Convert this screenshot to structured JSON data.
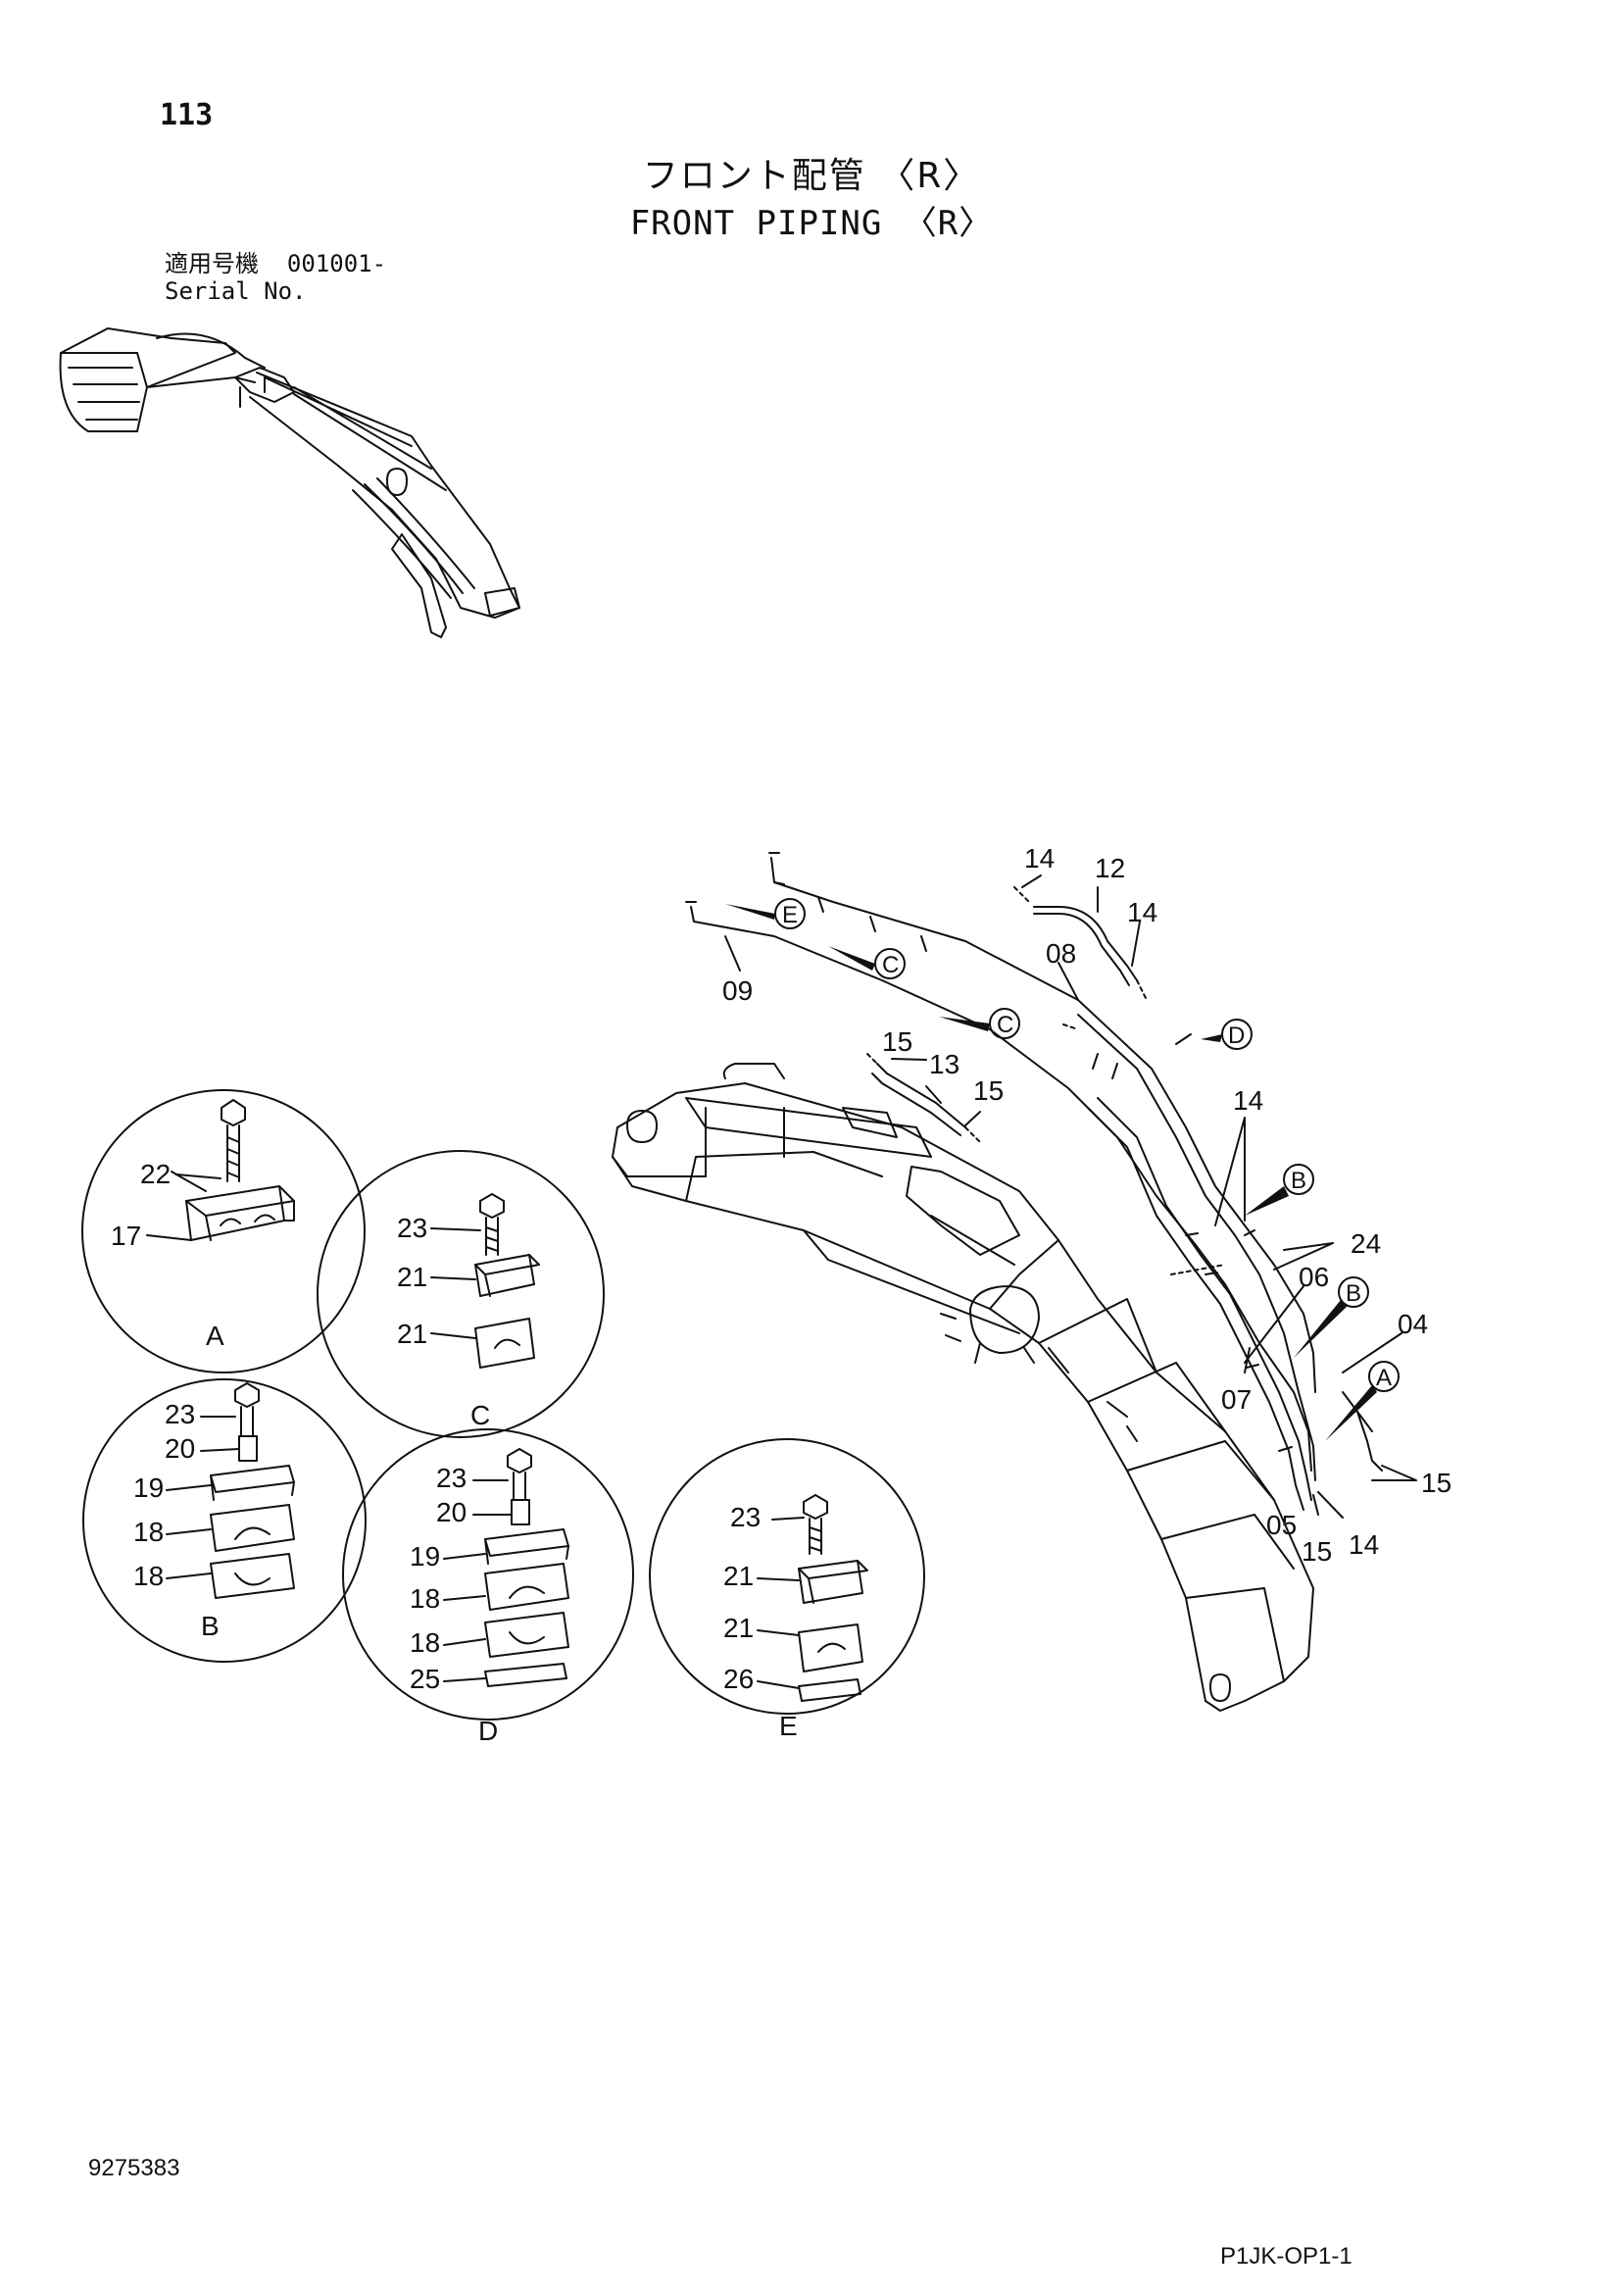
{
  "header": {
    "page_number": "113",
    "title_jp": "フロント配管 〈R〉",
    "title_en": "FRONT PIPING 〈R〉",
    "serial_label_jp": "適用号機",
    "serial_value": "001001-",
    "serial_label_en": "Serial No."
  },
  "callouts": {
    "c14a": "14",
    "c12": "12",
    "c14b": "14",
    "c08": "08",
    "c09": "09",
    "c15a": "15",
    "c13": "13",
    "c15b": "15",
    "c14c": "14",
    "c24": "24",
    "c06": "06",
    "c04": "04",
    "c07": "07",
    "c15c": "15",
    "c05": "05",
    "c15d": "15",
    "c14d": "14"
  },
  "view_markers": {
    "E": "E",
    "C1": "C",
    "C2": "C",
    "D": "D",
    "B1": "B",
    "B2": "B",
    "A": "A"
  },
  "details": {
    "A": {
      "label": "A",
      "parts": [
        "22",
        "17"
      ]
    },
    "C": {
      "label": "C",
      "parts": [
        "23",
        "21",
        "21"
      ]
    },
    "B": {
      "label": "B",
      "parts": [
        "23",
        "20",
        "19",
        "18",
        "18"
      ]
    },
    "D": {
      "label": "D",
      "parts": [
        "23",
        "20",
        "19",
        "18",
        "18",
        "25"
      ]
    },
    "E": {
      "label": "E",
      "parts": [
        "23",
        "21",
        "21",
        "26"
      ]
    }
  },
  "footer": {
    "doc_id": "9275383",
    "page_code": "P1JK-OP1-1"
  }
}
